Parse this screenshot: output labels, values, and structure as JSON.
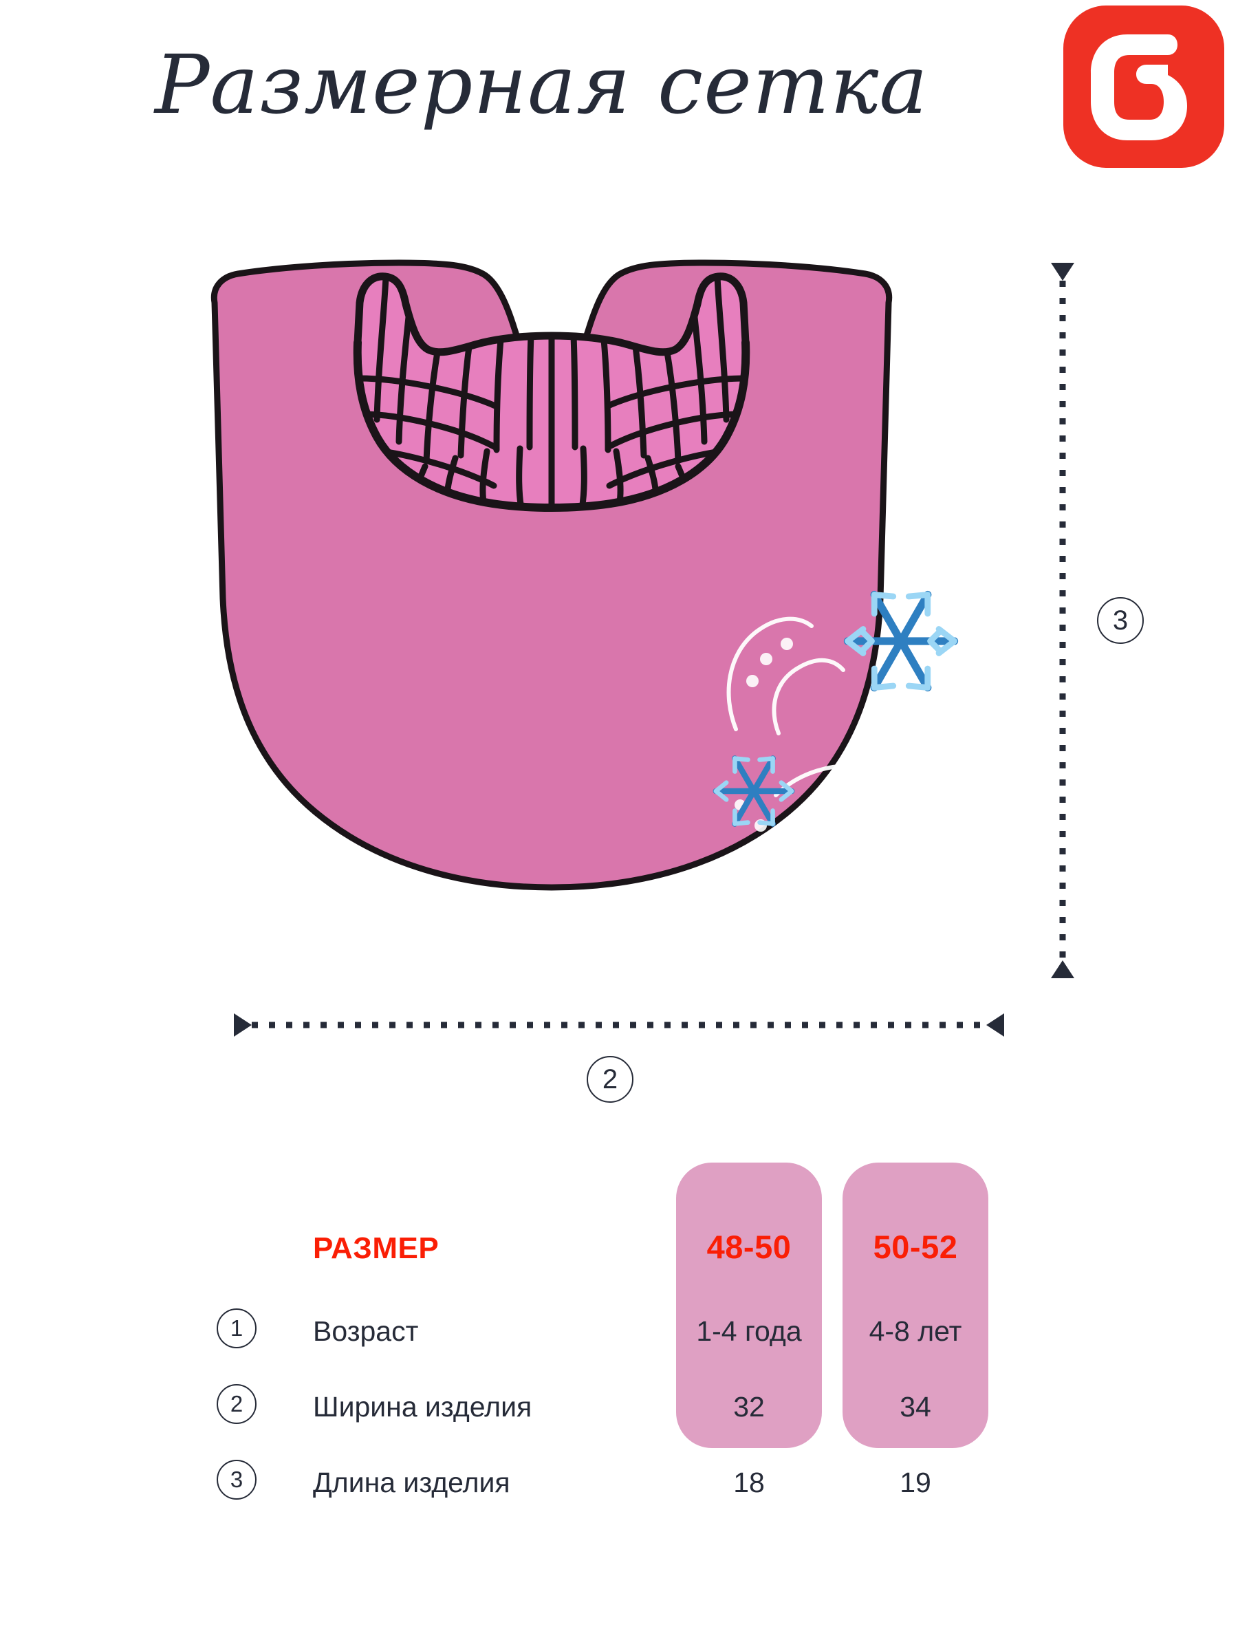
{
  "header": {
    "title": "Размерная сетка",
    "logo": {
      "name": "brand-logo-icon",
      "background_color": "#EE3124",
      "mark_color": "#FFFFFF"
    }
  },
  "illustration": {
    "name": "knitted-neck-warmer-dickey",
    "body_color": "#D976AC",
    "outline_color": "#1A1418",
    "snowflake_color": "#2E7FC1",
    "snowflake_light_color": "#9BD6F5",
    "swirl_color": "#FFFFFF",
    "callouts": [
      {
        "id": "3",
        "label": "3",
        "axis": "vertical",
        "measures": "Длина изделия"
      },
      {
        "id": "2",
        "label": "2",
        "axis": "horizontal",
        "measures": "Ширина изделия"
      }
    ]
  },
  "size_table": {
    "row_header_label": "РАЗМЕР",
    "accent_color": "#FA1E05",
    "pill_color": "#DFA0C3",
    "text_color": "#262B38",
    "columns": [
      {
        "size": "48-50"
      },
      {
        "size": "50-52"
      }
    ],
    "rows": [
      {
        "num": "1",
        "label": "Возраст",
        "values": [
          "1-4 года",
          "4-8 лет"
        ]
      },
      {
        "num": "2",
        "label": "Ширина изделия",
        "values": [
          "32",
          "34"
        ]
      },
      {
        "num": "3",
        "label": "Длина изделия",
        "values": [
          "18",
          "19"
        ]
      }
    ]
  },
  "chart_data": {
    "type": "table",
    "title": "Размерная сетка",
    "categories": [
      "48-50",
      "50-52"
    ],
    "series": [
      {
        "name": "Возраст",
        "values": [
          "1-4 года",
          "4-8 лет"
        ]
      },
      {
        "name": "Ширина изделия",
        "values": [
          32,
          34
        ]
      },
      {
        "name": "Длина изделия",
        "values": [
          18,
          19
        ]
      }
    ]
  }
}
